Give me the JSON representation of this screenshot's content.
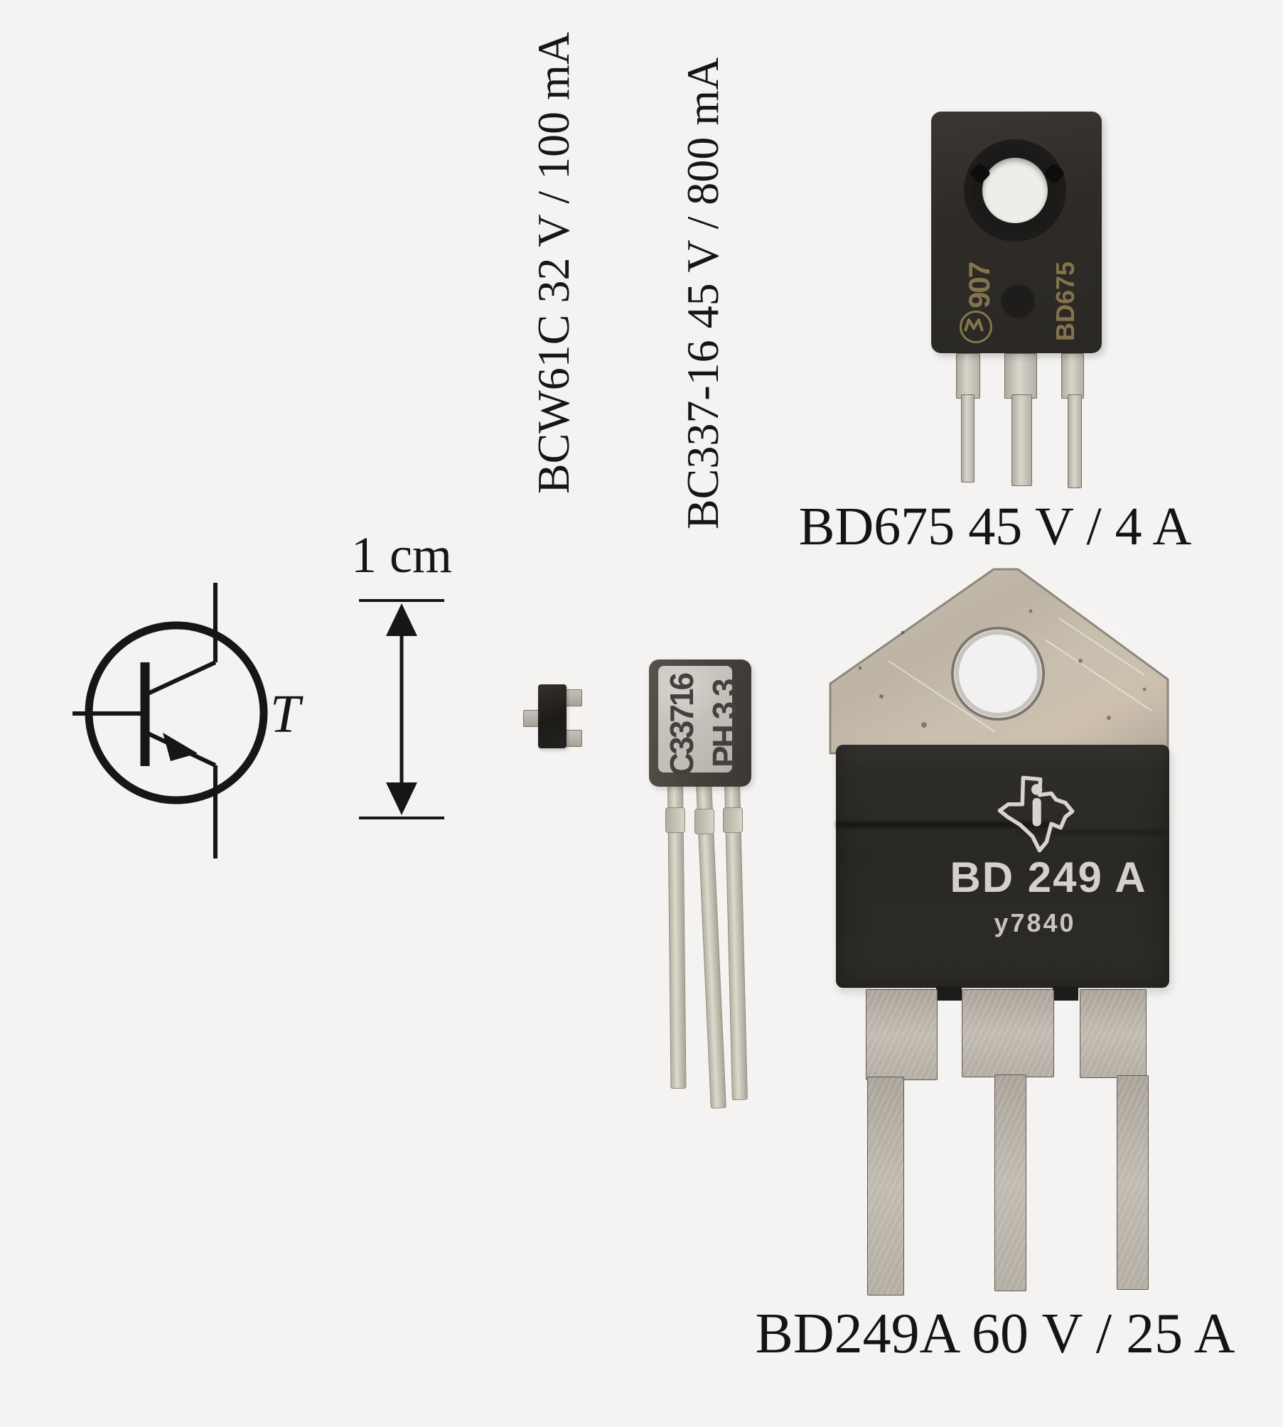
{
  "annotations": {
    "scale_label": "1 cm",
    "symbol_label": "T",
    "smd_label": "BCW61C 32 V / 100 mA",
    "to92_label": "BC337-16 45 V / 800 mA",
    "bd675_label": "BD675 45 V / 4 A",
    "bd249a_label": "BD249A 60 V / 25 A"
  },
  "markings": {
    "to92_line1": "C33716",
    "to92_line2": "PH 3 3",
    "bd675_date": "907",
    "bd675_part": "BD675",
    "bd249a_part": "BD 249 A",
    "bd249a_date": "y7840"
  },
  "icons": {
    "motorola_logo": "circled-motorola-batwing",
    "ti_logo": "texas-instruments-state-outline"
  },
  "colors": {
    "background": "#f4f3f1",
    "annotation_text": "#161616",
    "sot23_body": "#1d1b18",
    "to92_face": "#c6c3bd",
    "bd675_body": "#2f2c28",
    "bd249a_body": "#2a2825",
    "metal_tab": "#bcb3a5",
    "lead_silver": "#c0bab0",
    "marking_bronze": "#84744d",
    "stamp_white": "#d4d1ca"
  }
}
